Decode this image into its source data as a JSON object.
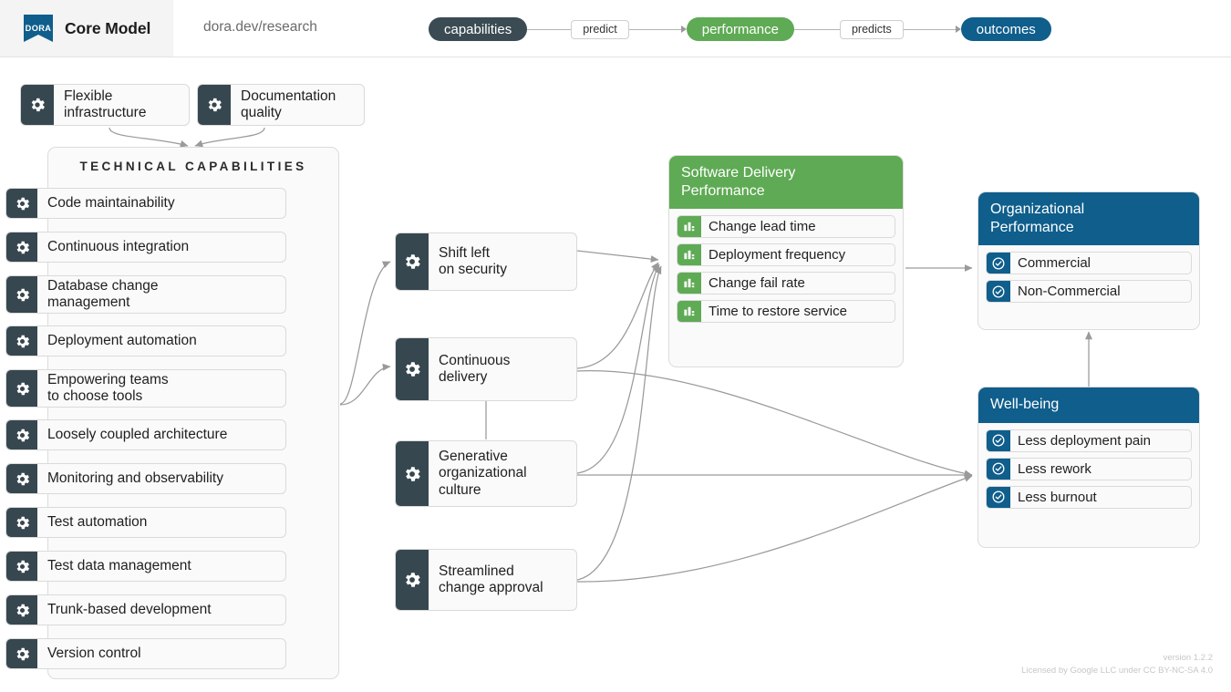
{
  "header": {
    "logo_text": "DORA",
    "title": "Core Model",
    "url": "dora.dev/research",
    "pipeline": [
      {
        "label": "capabilities",
        "style": "dark"
      },
      {
        "label": "predict",
        "style": "rect"
      },
      {
        "label": "performance",
        "style": "green"
      },
      {
        "label": "predicts",
        "style": "rect"
      },
      {
        "label": "outcomes",
        "style": "blue"
      }
    ]
  },
  "top_capabilities": [
    {
      "label": "Flexible\ninfrastructure",
      "icon": "gear-icon"
    },
    {
      "label": "Documentation\nquality",
      "icon": "gear-icon"
    }
  ],
  "technical_capabilities": {
    "title": "TECHNICAL CAPABILITIES",
    "items": [
      {
        "label": "Code maintainability",
        "icon": "gear-icon"
      },
      {
        "label": "Continuous integration",
        "icon": "gear-icon"
      },
      {
        "label": "Database change\nmanagement",
        "icon": "gear-icon"
      },
      {
        "label": "Deployment automation",
        "icon": "gear-icon"
      },
      {
        "label": "Empowering teams\nto choose tools",
        "icon": "gear-icon"
      },
      {
        "label": "Loosely coupled architecture",
        "icon": "gear-icon"
      },
      {
        "label": "Monitoring and observability",
        "icon": "gear-icon"
      },
      {
        "label": "Test automation",
        "icon": "gear-icon"
      },
      {
        "label": "Test data management",
        "icon": "gear-icon"
      },
      {
        "label": "Trunk-based development",
        "icon": "gear-icon"
      },
      {
        "label": "Version control",
        "icon": "gear-icon"
      }
    ]
  },
  "mid_capabilities": [
    {
      "label": "Shift left\non security",
      "icon": "gear-icon"
    },
    {
      "label": "Continuous\ndelivery",
      "icon": "gear-icon"
    },
    {
      "label": "Generative\norganizational\nculture",
      "icon": "gear-icon"
    },
    {
      "label": "Streamlined\nchange approval",
      "icon": "gear-icon"
    }
  ],
  "software_delivery_performance": {
    "title": "Software Delivery\nPerformance",
    "color": "#5faa54",
    "items": [
      {
        "label": "Change lead time",
        "icon": "bar-chart-icon"
      },
      {
        "label": "Deployment frequency",
        "icon": "bar-chart-icon"
      },
      {
        "label": "Change fail rate",
        "icon": "bar-chart-icon"
      },
      {
        "label": "Time to restore service",
        "icon": "bar-chart-icon"
      }
    ]
  },
  "organizational_performance": {
    "title": "Organizational\nPerformance",
    "color": "#0f5e8c",
    "items": [
      {
        "label": "Commercial",
        "icon": "check-circle-icon"
      },
      {
        "label": "Non-Commercial",
        "icon": "check-circle-icon"
      }
    ]
  },
  "well_being": {
    "title": "Well-being",
    "color": "#0f5e8c",
    "items": [
      {
        "label": "Less deployment pain",
        "icon": "check-circle-icon"
      },
      {
        "label": "Less rework",
        "icon": "check-circle-icon"
      },
      {
        "label": "Less burnout",
        "icon": "check-circle-icon"
      }
    ]
  },
  "footer": {
    "version": "version 1.2.2",
    "license": "Licensed by Google LLC under CC BY-NC-SA 4.0"
  }
}
